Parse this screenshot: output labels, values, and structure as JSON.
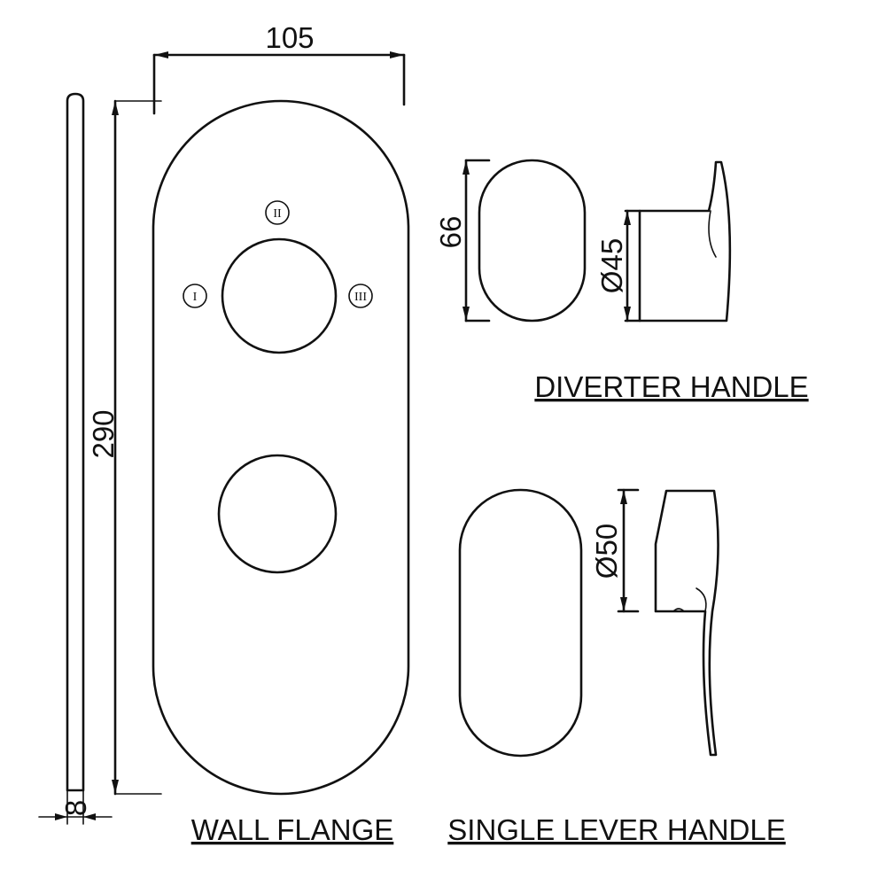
{
  "dimensions": {
    "flange_width": "105",
    "flange_height": "290",
    "flange_thickness": "8",
    "diverter_height": "66",
    "diverter_diameter": "Ø45",
    "lever_diameter": "Ø50"
  },
  "positions": [
    "I",
    "II",
    "III"
  ],
  "captions": {
    "wall_flange": "WALL FLANGE",
    "diverter_handle": "DIVERTER HANDLE",
    "single_lever_handle": "SINGLE LEVER HANDLE"
  }
}
